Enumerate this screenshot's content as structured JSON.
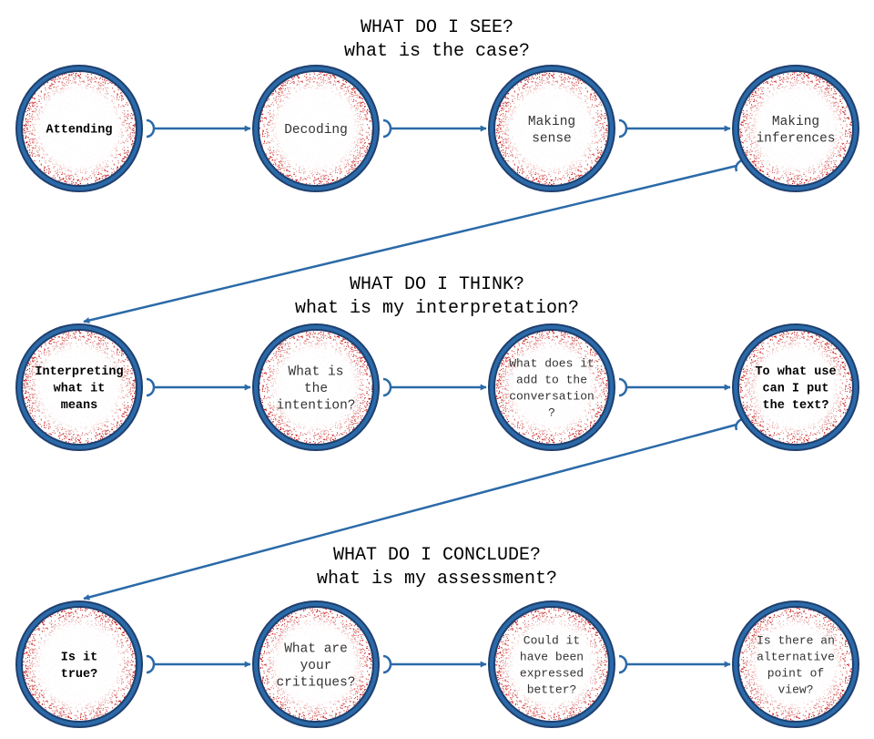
{
  "colors": {
    "ring_outer": "#1f3f6e",
    "ring_fill": "#2b6aa8",
    "arrow": "#2b6aa8",
    "speckle": "#c00000",
    "text": "#333333"
  },
  "stages": [
    {
      "heading_line1": "WHAT DO I SEE?",
      "heading_line2": "what is the case?",
      "nodes": [
        {
          "lines": [
            "Attending"
          ],
          "bold": true
        },
        {
          "lines": [
            "Decoding"
          ],
          "bold": false
        },
        {
          "lines": [
            "Making",
            "sense"
          ],
          "bold": false
        },
        {
          "lines": [
            "Making",
            "inferences"
          ],
          "bold": false
        }
      ]
    },
    {
      "heading_line1": "WHAT DO I THINK?",
      "heading_line2": "what is my interpretation?",
      "nodes": [
        {
          "lines": [
            "Interpreting",
            "what it",
            "means"
          ],
          "bold": true
        },
        {
          "lines": [
            "What is",
            "the",
            "intention?"
          ],
          "bold": false
        },
        {
          "lines": [
            "What does it",
            "add to the",
            "conversation",
            "?"
          ],
          "bold": false
        },
        {
          "lines": [
            "To what use",
            "can I put",
            "the text?"
          ],
          "bold": true
        }
      ]
    },
    {
      "heading_line1": "WHAT DO I CONCLUDE?",
      "heading_line2": "what is my assessment?",
      "nodes": [
        {
          "lines": [
            "Is it",
            "true?"
          ],
          "bold": true
        },
        {
          "lines": [
            "What are",
            "your",
            "critiques?"
          ],
          "bold": false
        },
        {
          "lines": [
            "Could it",
            "have been",
            "expressed",
            "better?"
          ],
          "bold": false
        },
        {
          "lines": [
            "Is there an",
            "alternative",
            "point of",
            "view?"
          ],
          "bold": false
        }
      ]
    }
  ]
}
